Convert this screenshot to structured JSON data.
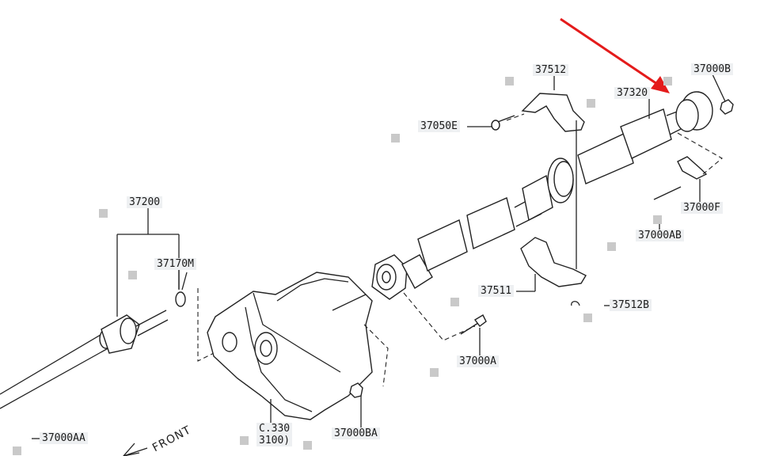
{
  "labels": {
    "p37000B": "37000B",
    "p37512": "37512",
    "p37320": "37320",
    "p37050E": "37050E",
    "p37000F": "37000F",
    "p37000AB": "37000AB",
    "p37200": "37200",
    "p37170M": "37170M",
    "p37511": "37511",
    "p37512B": "37512B",
    "p37000A": "37000A",
    "p37000BA": "37000BA",
    "p37000AA": "37000AA",
    "c330": "C.330",
    "c3100": "3100)",
    "front": "FRONT"
  },
  "colors": {
    "arrow": "#e41b1b",
    "line": "#222222",
    "label_bg": "#eef0f2",
    "marker": "#c9c9c9"
  }
}
